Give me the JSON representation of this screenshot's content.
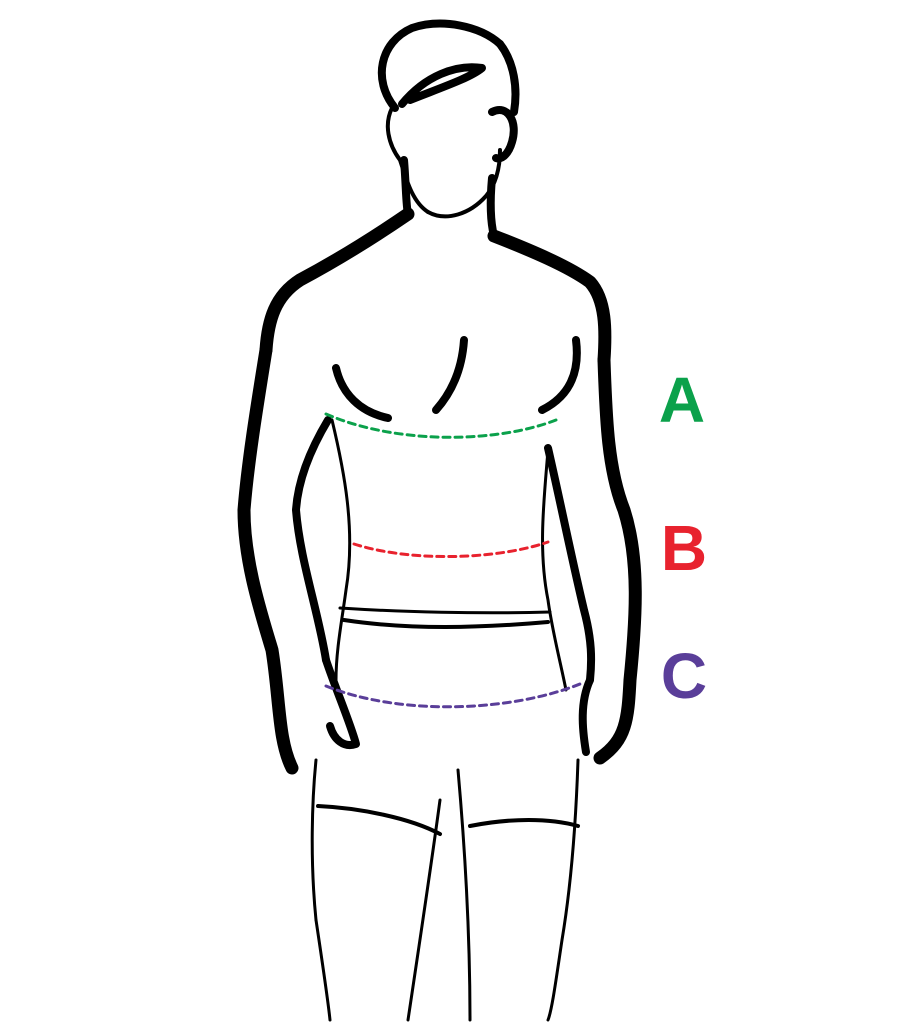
{
  "measurements": [
    {
      "id": "a",
      "label": "A",
      "color": "#0ba14b"
    },
    {
      "id": "b",
      "label": "B",
      "color": "#e8222e"
    },
    {
      "id": "c",
      "label": "C",
      "color": "#5a3e99"
    }
  ]
}
